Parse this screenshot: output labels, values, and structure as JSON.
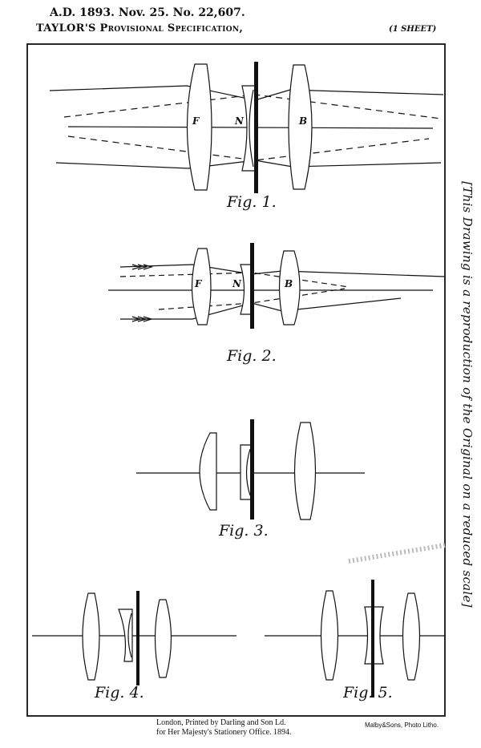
{
  "header": {
    "line1": "A.D. 1893. Nov. 25. No. 22,607.",
    "line2": "TAYLOR'S Provisional Specification,",
    "sheets": "(1 SHEET)"
  },
  "side_note": "[This Drawing is a reproduction of the Original on a reduced scale]",
  "figures": [
    {
      "caption": "Fig. 1.",
      "labels": [
        "F",
        "N",
        "B"
      ]
    },
    {
      "caption": "Fig. 2.",
      "labels": [
        "F",
        "N",
        "B"
      ]
    },
    {
      "caption": "Fig. 3."
    },
    {
      "caption": "Fig. 4."
    },
    {
      "caption": "Fig. 5."
    }
  ],
  "footer": {
    "printer_line1": "London, Printed by Darling and Son Ld.",
    "printer_line2": "for Her Majesty's Stationery Office. 1894.",
    "litho": "Malby&Sons, Photo Litho."
  }
}
